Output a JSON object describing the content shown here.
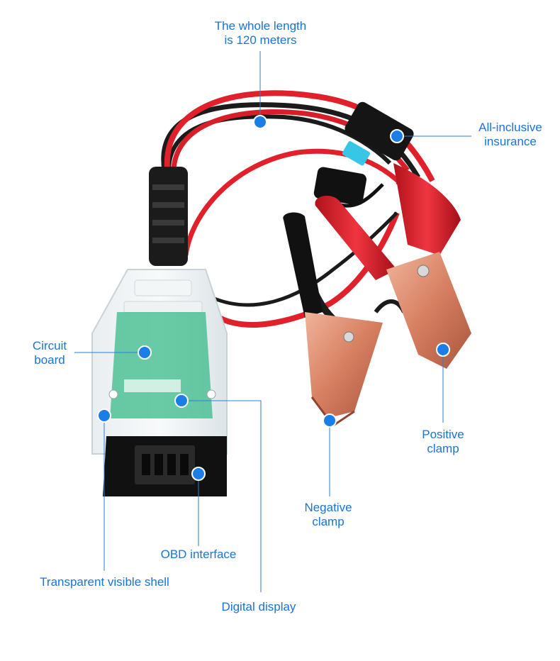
{
  "callouts": {
    "length": {
      "line1": "The whole length",
      "line2": "is 120 meters"
    },
    "insurance": {
      "line1": "All-inclusive",
      "line2": "insurance"
    },
    "circuit": {
      "line1": "Circuit",
      "line2": "board"
    },
    "positive": {
      "line1": "Positive",
      "line2": "clamp"
    },
    "negative": {
      "line1": "Negative",
      "line2": "clamp"
    },
    "obd": {
      "line1": "OBD interface"
    },
    "shell": {
      "line1": "Transparent visible shell"
    },
    "display": {
      "line1": "Digital display"
    }
  },
  "colors": {
    "callout_blue": "#1a73d9",
    "wire_red": "#e0212b",
    "wire_black": "#1b1b1b",
    "clamp_copper": "#d9876a",
    "fuse_cyan": "#38c6e6",
    "pcb_green": "#39b98a"
  }
}
